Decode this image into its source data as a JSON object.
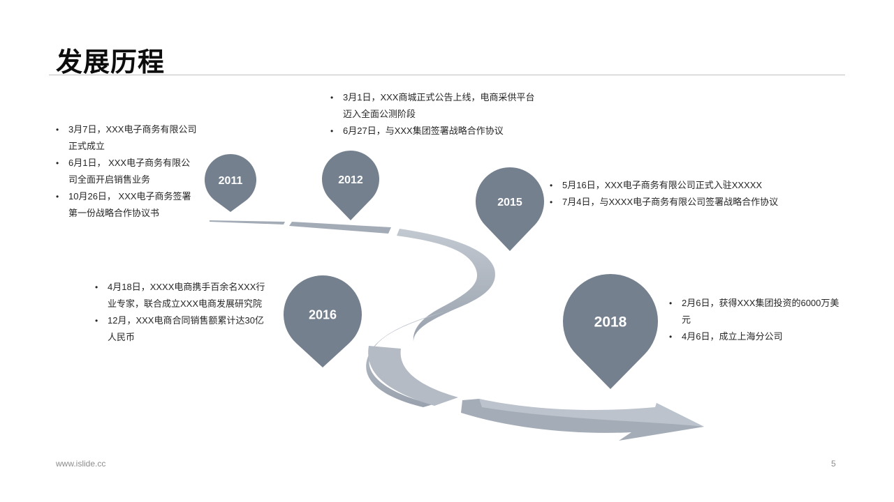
{
  "slide": {
    "title": "发展历程",
    "footer_url": "www.islide.cc",
    "page_number": "5"
  },
  "colors": {
    "pin": "#75808f",
    "road": "#aab2bd",
    "road_shadow": "#8f98a5",
    "text": "#262626",
    "rule": "#bfbfbf"
  },
  "milestones": [
    {
      "year": "2011",
      "events": [
        "3月7日，XXX电子商务有限公司正式成立",
        "6月1日， XXX电子商务有限公司全面开启销售业务",
        "10月26日， XXX电子商务签署第一份战略合作协议书"
      ]
    },
    {
      "year": "2012",
      "events": [
        "3月1日，XXX商城正式公告上线，电商采供平台迈入全面公测阶段",
        "6月27日，与XXX集团签署战略合作协议"
      ]
    },
    {
      "year": "2015",
      "events": [
        "5月16日，XXX电子商务有限公司正式入驻XXXXX",
        "7月4日，与XXXX电子商务有限公司签署战略合作协议"
      ]
    },
    {
      "year": "2016",
      "events": [
        "4月18日，XXXX电商携手百余名XXX行业专家，联合成立XXX电商发展研究院",
        "12月，XXX电商合同销售额累计达30亿人民币"
      ]
    },
    {
      "year": "2018",
      "events": [
        "2月6日，获得XXX集团投资的6000万美元",
        "4月6日，成立上海分公司"
      ]
    }
  ]
}
